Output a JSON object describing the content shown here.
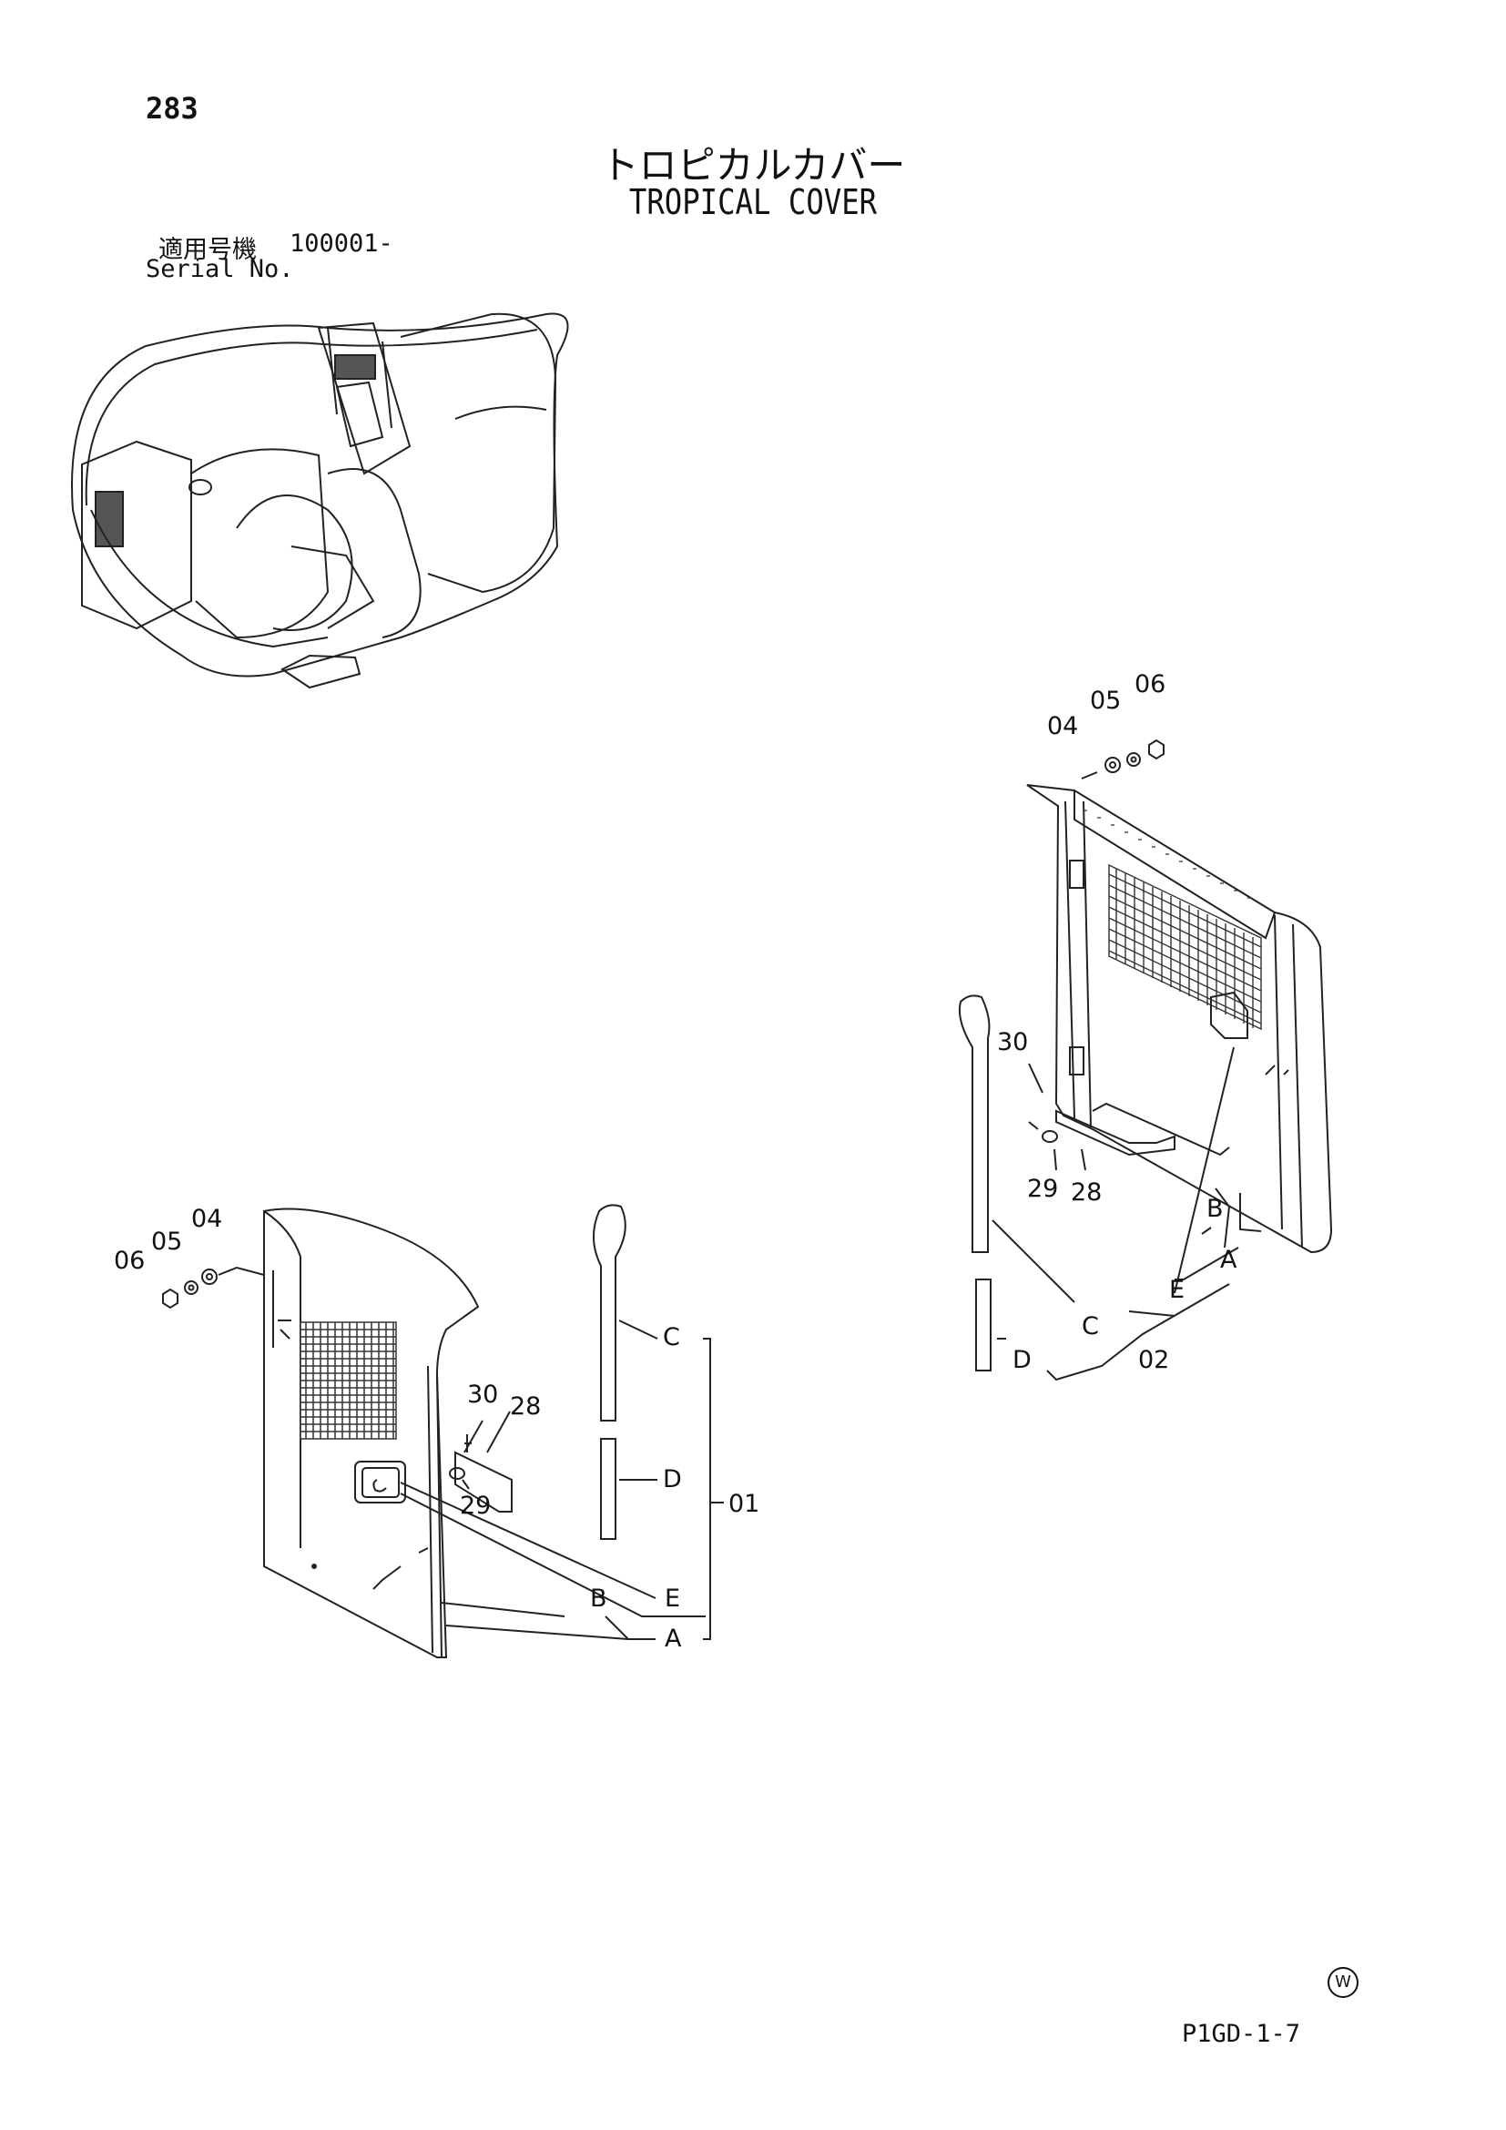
{
  "header": {
    "page_number": "283",
    "title_jp": "トロピカルカバー",
    "title_en": "TROPICAL COVER",
    "serial_label_jp": "適用号機",
    "serial_value": "100001-",
    "serial_label_en": "Serial No."
  },
  "callouts": {
    "left_04": "04",
    "left_05": "05",
    "left_06": "06",
    "left_30": "30",
    "left_28": "28",
    "left_29": "29",
    "left_C": "C",
    "left_D": "D",
    "left_01": "01",
    "left_E": "E",
    "left_B": "B",
    "left_A": "A",
    "right_04": "04",
    "right_05": "05",
    "right_06": "06",
    "right_30": "30",
    "right_29": "29",
    "right_28": "28",
    "right_B": "B",
    "right_A": "A",
    "right_E": "E",
    "right_C": "C",
    "right_D": "D",
    "right_02": "02"
  },
  "footer": {
    "mark": "W",
    "page_code": "P1GD-1-7"
  }
}
